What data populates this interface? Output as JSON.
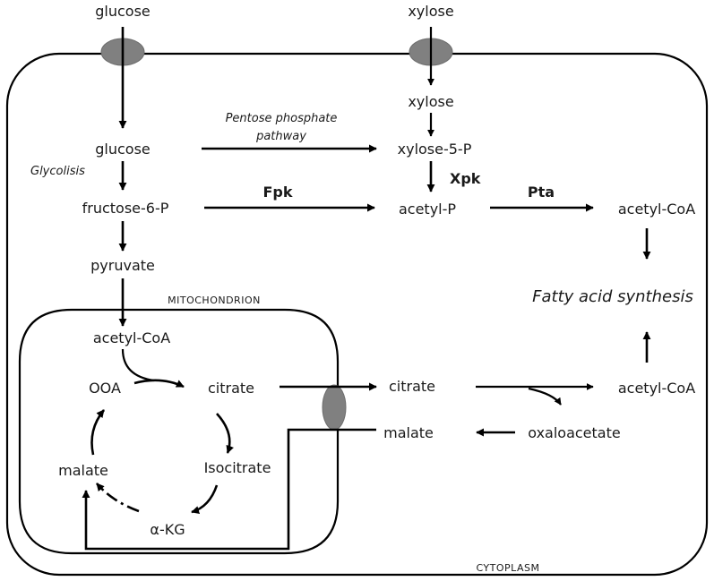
{
  "labels": {
    "glucose_outside": "glucose",
    "xylose_outside": "xylose",
    "xylose_inside": "xylose",
    "glucose_inside": "glucose",
    "pentose_line1": "Pentose phosphate",
    "pentose_line2": "pathway",
    "xylose5p": "xylose-5-P",
    "glycolisis": "Glycolisis",
    "xpk": "Xpk",
    "fructose6p": "fructose-6-P",
    "fpk": "Fpk",
    "acetylp": "acetyl-P",
    "pta": "Pta",
    "acetylcoa_top": "acetyl-CoA",
    "pyruvate": "pyruvate",
    "mitochondrion": "MITOCHONDRION",
    "fatty_acid": "Fatty acid synthesis",
    "acetylcoa_mito": "acetyl-CoA",
    "ooa": "OOA",
    "citrate_mito": "citrate",
    "citrate_cyto": "citrate",
    "acetylcoa_cyto": "acetyl-CoA",
    "malate_cyto": "malate",
    "oxaloacetate": "oxaloacetate",
    "malate_mito": "malate",
    "isocitrate": "Isocitrate",
    "akg": "α-KG",
    "cytoplasm": "CYTOPLASM"
  },
  "colors": {
    "channel": "#808080",
    "line": "#000000",
    "text": "#1a1a1a"
  }
}
